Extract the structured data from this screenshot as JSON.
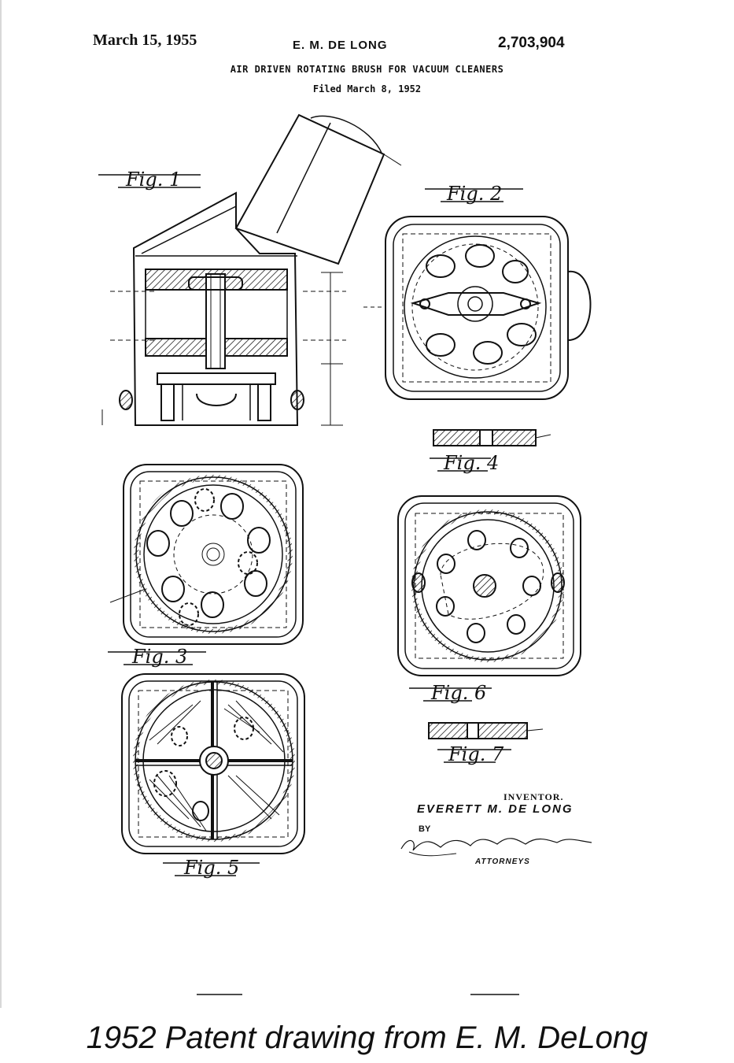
{
  "header": {
    "date": "March 15, 1955",
    "inventor": "E. M. DE LONG",
    "patent_number": "2,703,904",
    "title": "AIR DRIVEN ROTATING BRUSH FOR VACUUM CLEANERS",
    "filed": "Filed March 8, 1952"
  },
  "figures": [
    {
      "label": "Fig. 1"
    },
    {
      "label": "Fig. 2"
    },
    {
      "label": "Fig. 3"
    },
    {
      "label": "Fig. 4"
    },
    {
      "label": "Fig. 5"
    },
    {
      "label": "Fig. 6"
    },
    {
      "label": "Fig. 7"
    }
  ],
  "signature": {
    "inventor_label": "INVENTOR.",
    "inventor_name": "EVERETT M. DE LONG",
    "by": "BY",
    "attorneys_label": "ATTORNEYS"
  },
  "caption": "1952 Patent drawing from E. M. DeLong"
}
